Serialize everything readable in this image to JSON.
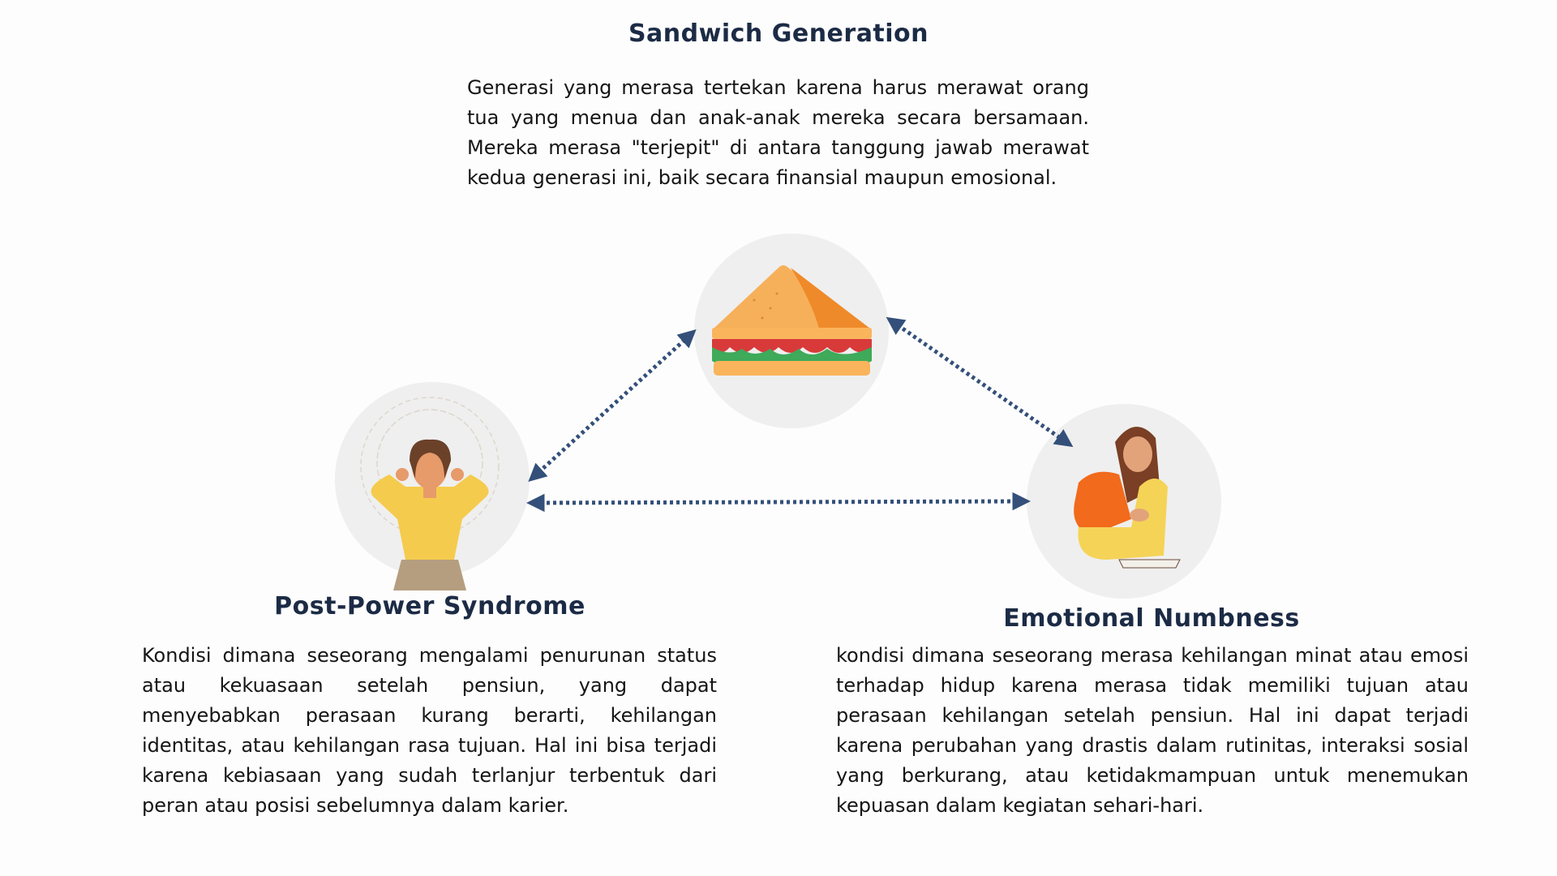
{
  "top": {
    "title": "Sandwich Generation",
    "text": "Generasi yang merasa tertekan karena harus merawat orang tua yang menua dan anak-anak mereka secara bersamaan. Mereka merasa \"terjepit\" di antara tanggung jawab merawat kedua generasi ini, baik secara finansial maupun emosional.",
    "icon": "sandwich-icon"
  },
  "left": {
    "title": "Post-Power Syndrome",
    "text": "Kondisi dimana seseorang mengalami penurunan status atau kekuasaan setelah pensiun, yang dapat menyebabkan perasaan kurang berarti, kehilangan identitas, atau kehilangan rasa tujuan. Hal ini bisa terjadi karena kebiasaan yang sudah terlanjur terbentuk dari peran atau posisi sebelumnya dalam karier.",
    "icon": "stressed-woman-icon"
  },
  "right": {
    "title": "Emotional Numbness",
    "text": "kondisi dimana seseorang merasa kehilangan minat atau emosi terhadap hidup karena merasa tidak memiliki tujuan atau perasaan kehilangan setelah pensiun. Hal ini dapat terjadi karena perubahan yang drastis dalam rutinitas, interaksi sosial yang berkurang, atau ketidakmampuan untuk menemukan kepuasan dalam kegiatan sehari-hari.",
    "icon": "sad-girl-icon"
  },
  "colors": {
    "arrow": "#34507a",
    "heading": "#1c2b45",
    "circle": "#efefef"
  }
}
